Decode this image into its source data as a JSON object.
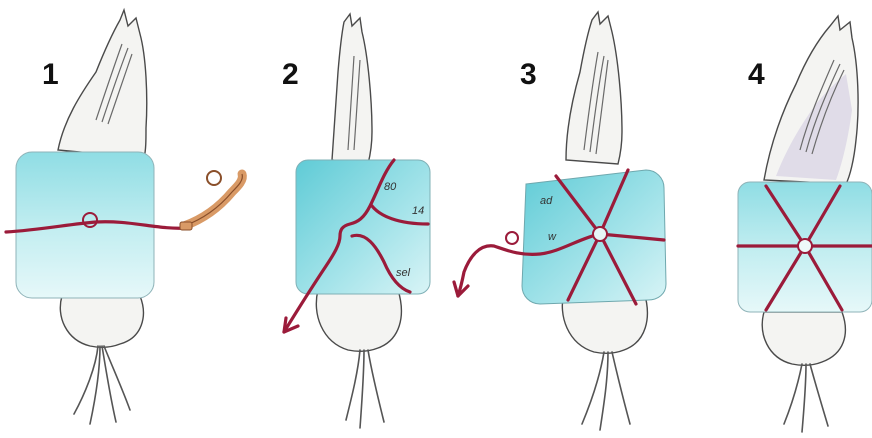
{
  "colors": {
    "pack": "#7fd6df",
    "pack_light": "#d8f3f5",
    "rope": "#9b1b3a",
    "strap": "#d99a66",
    "outline": "#4a4a4a",
    "horse": "#f4f4f2"
  },
  "steps": [
    {
      "number": "1",
      "notes": []
    },
    {
      "number": "2",
      "notes": [
        "80",
        "14",
        "sel"
      ]
    },
    {
      "number": "3",
      "notes": [
        "ad",
        "w"
      ]
    },
    {
      "number": "4",
      "notes": []
    }
  ]
}
